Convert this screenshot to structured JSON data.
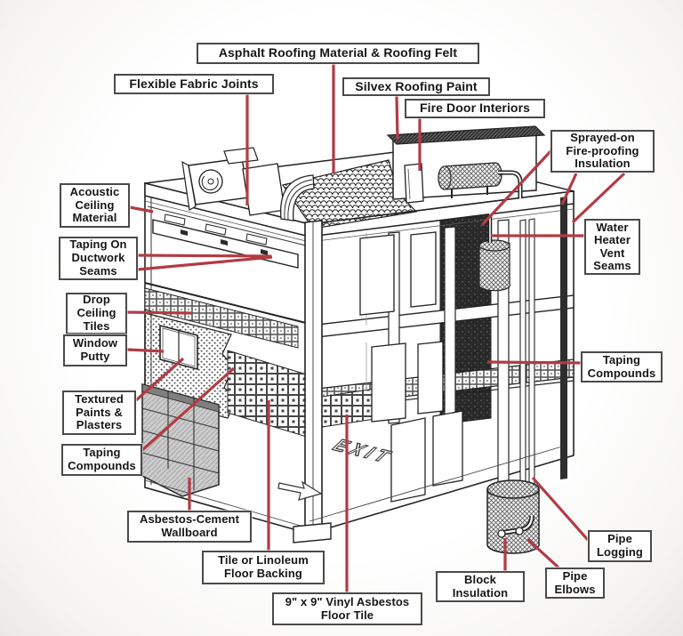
{
  "diagram_labels": {
    "asphalt_roofing": "Asphalt Roofing Material & Roofing Felt",
    "flexible_fabric_joints": "Flexible Fabric Joints",
    "silvex_roofing_paint": "Silvex Roofing Paint",
    "fire_door_interiors": "Fire Door Interiors",
    "sprayed_on_fireproofing": "Sprayed-on\nFire-proofing\nInsulation",
    "acoustic_ceiling_material": "Acoustic\nCeiling\nMaterial",
    "taping_on_ductwork_seams": "Taping On\nDuctwork\nSeams",
    "drop_ceiling_tiles": "Drop\nCeiling\nTiles",
    "window_putty": "Window\nPutty",
    "textured_paints_plasters": "Textured\nPaints &\nPlasters",
    "taping_compounds_left": "Taping\nCompounds",
    "asbestos_cement_wallboard": "Asbestos-Cement\nWallboard",
    "tile_or_linoleum_floor_backing": "Tile or Linoleum\nFloor Backing",
    "vinyl_asbestos_floor_tile": "9\" x 9\" Vinyl Asbestos\nFloor Tile",
    "block_insulation": "Block\nInsulation",
    "pipe_elbows": "Pipe\nElbows",
    "pipe_logging": "Pipe\nLogging",
    "water_heater_vent_seams": "Water\nHeater\nVent\nSeams",
    "taping_compounds_right": "Taping\nCompounds"
  },
  "building": {
    "floor_marking": "EXIT"
  },
  "colors": {
    "callout_line": "#b23b44",
    "box_border": "#4a4a4a",
    "ink": "#222222"
  }
}
